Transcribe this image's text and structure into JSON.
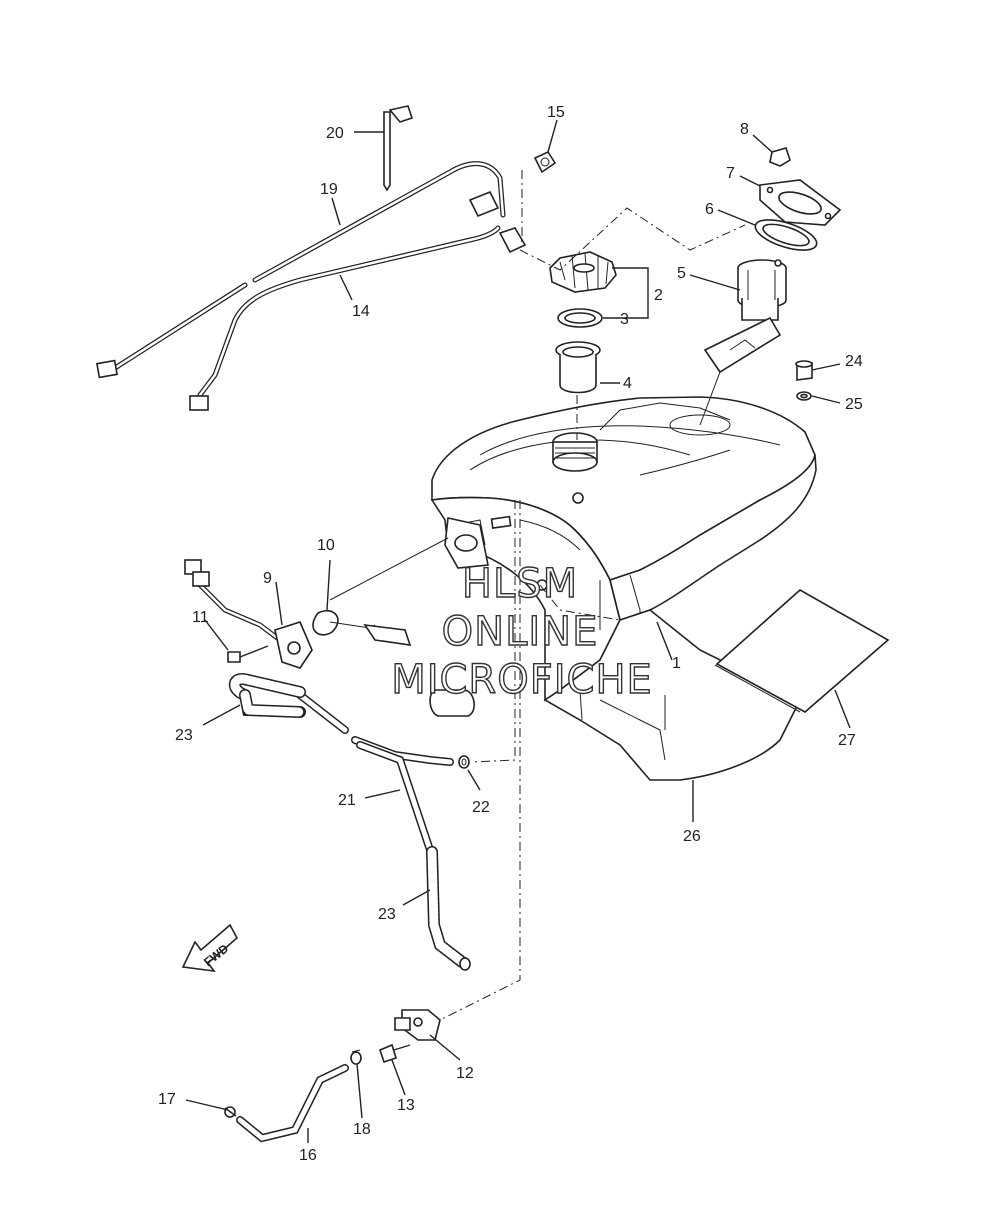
{
  "figure": {
    "part_labels": [
      {
        "id": "1",
        "text": "1"
      },
      {
        "id": "2",
        "text": "2"
      },
      {
        "id": "3",
        "text": "3"
      },
      {
        "id": "4",
        "text": "4"
      },
      {
        "id": "5",
        "text": "5"
      },
      {
        "id": "6",
        "text": "6"
      },
      {
        "id": "7",
        "text": "7"
      },
      {
        "id": "8",
        "text": "8"
      },
      {
        "id": "9",
        "text": "9"
      },
      {
        "id": "10",
        "text": "10"
      },
      {
        "id": "11",
        "text": "11"
      },
      {
        "id": "12",
        "text": "12"
      },
      {
        "id": "13",
        "text": "13"
      },
      {
        "id": "14",
        "text": "14"
      },
      {
        "id": "15",
        "text": "15"
      },
      {
        "id": "16",
        "text": "16"
      },
      {
        "id": "17",
        "text": "17"
      },
      {
        "id": "18",
        "text": "18"
      },
      {
        "id": "19",
        "text": "19"
      },
      {
        "id": "20",
        "text": "20"
      },
      {
        "id": "21",
        "text": "21"
      },
      {
        "id": "22",
        "text": "22"
      },
      {
        "id": "23a",
        "text": "23"
      },
      {
        "id": "23b",
        "text": "23"
      },
      {
        "id": "24",
        "text": "24"
      },
      {
        "id": "25",
        "text": "25"
      },
      {
        "id": "26",
        "text": "26"
      },
      {
        "id": "27",
        "text": "27"
      }
    ],
    "direction_arrow": {
      "text": "FWD",
      "icon": "fwd-arrow-icon"
    },
    "watermark": {
      "line1": "HLSM",
      "line2": "ONLINE",
      "line3": "MICROFICHE"
    }
  }
}
